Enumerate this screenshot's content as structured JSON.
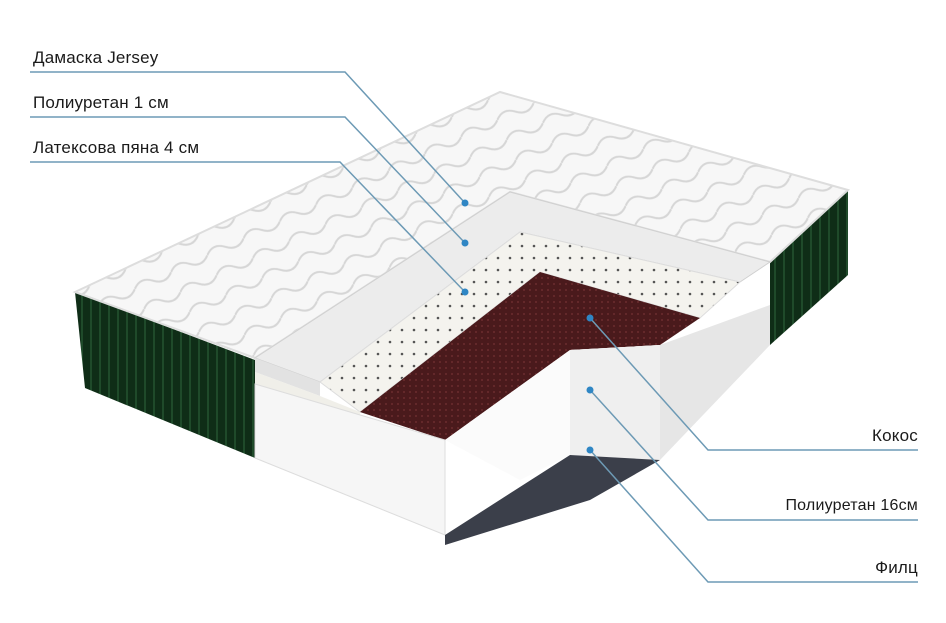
{
  "labels": {
    "left": [
      "Дамаска Jersey",
      "Полиуретан 1 см",
      "Латексова пяна 4 см"
    ],
    "right": [
      "Кокос",
      "Полиуретан 16см",
      "Филц"
    ]
  },
  "colors": {
    "leader_line": "#6d9ab5",
    "dot": "#2f86c4",
    "side_fabric": "#0f2d17",
    "coconut": "#4a1a1c",
    "felt": "#3b3f4a"
  }
}
